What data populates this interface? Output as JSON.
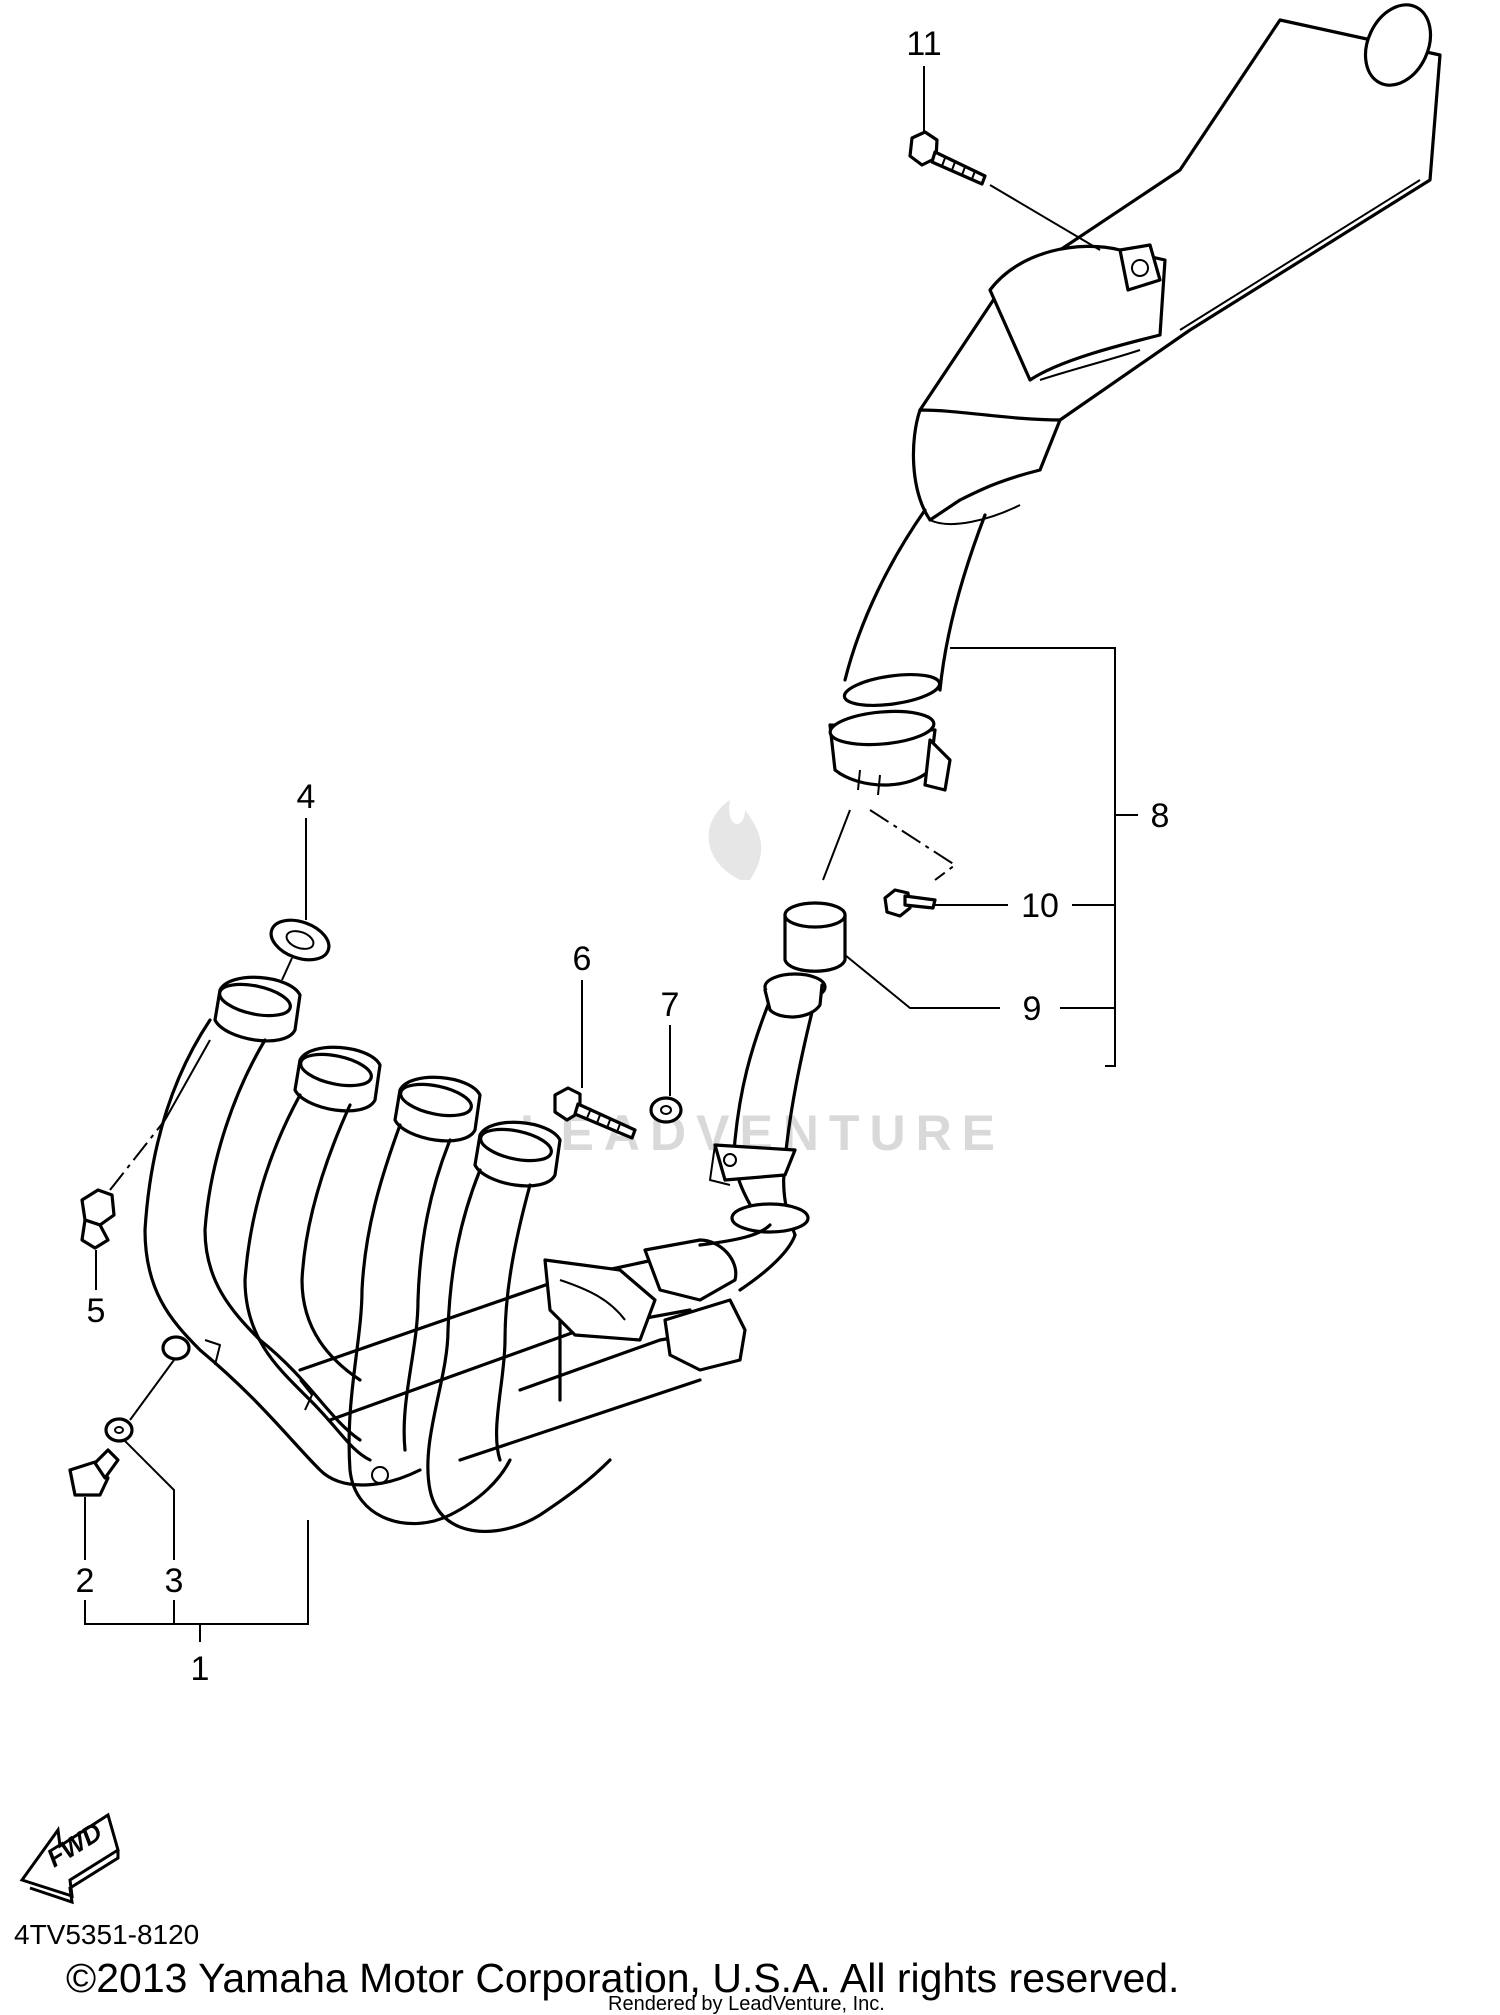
{
  "callouts": {
    "c1": "1",
    "c2": "2",
    "c3": "3",
    "c4": "4",
    "c5": "5",
    "c6": "6",
    "c7": "7",
    "c8": "8",
    "c9": "9",
    "c10": "10",
    "c11": "11"
  },
  "fwd_label": "FWD",
  "diagram_code": "4TV5351-8120",
  "copyright": "©2013 Yamaha Motor Corporation, U.S.A. All rights reserved.",
  "rendered_by": "Rendered by LeadVenture, Inc.",
  "watermark": "LEADVENTURE",
  "colors": {
    "ink": "#000000",
    "watermark": "#d9d9d9",
    "background": "#ffffff"
  }
}
